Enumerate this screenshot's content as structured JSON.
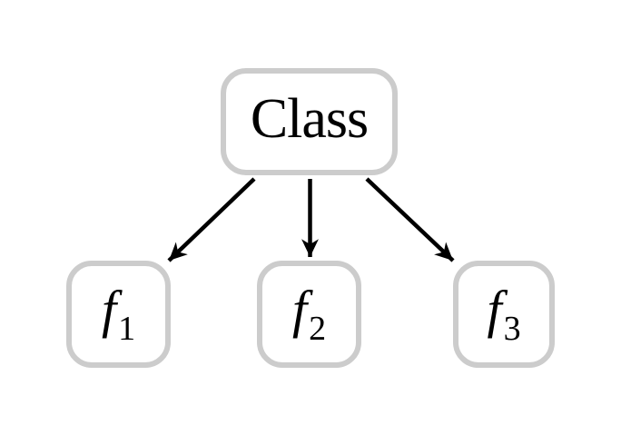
{
  "diagram": {
    "type": "tree",
    "root": {
      "id": "class",
      "label": "Class"
    },
    "features": [
      {
        "id": "f1",
        "base": "f",
        "subscript": "1"
      },
      {
        "id": "f2",
        "base": "f",
        "subscript": "2"
      },
      {
        "id": "f3",
        "base": "f",
        "subscript": "3"
      }
    ],
    "edges": [
      {
        "from": "class",
        "to": "f1",
        "style": "arrow"
      },
      {
        "from": "class",
        "to": "f2",
        "style": "arrow"
      },
      {
        "from": "class",
        "to": "f3",
        "style": "arrow"
      }
    ]
  },
  "colors": {
    "background": "#ffffff",
    "node_border": "#cccccc",
    "node_fill": "#ffffff",
    "arrow": "#000000",
    "text": "#000000"
  }
}
